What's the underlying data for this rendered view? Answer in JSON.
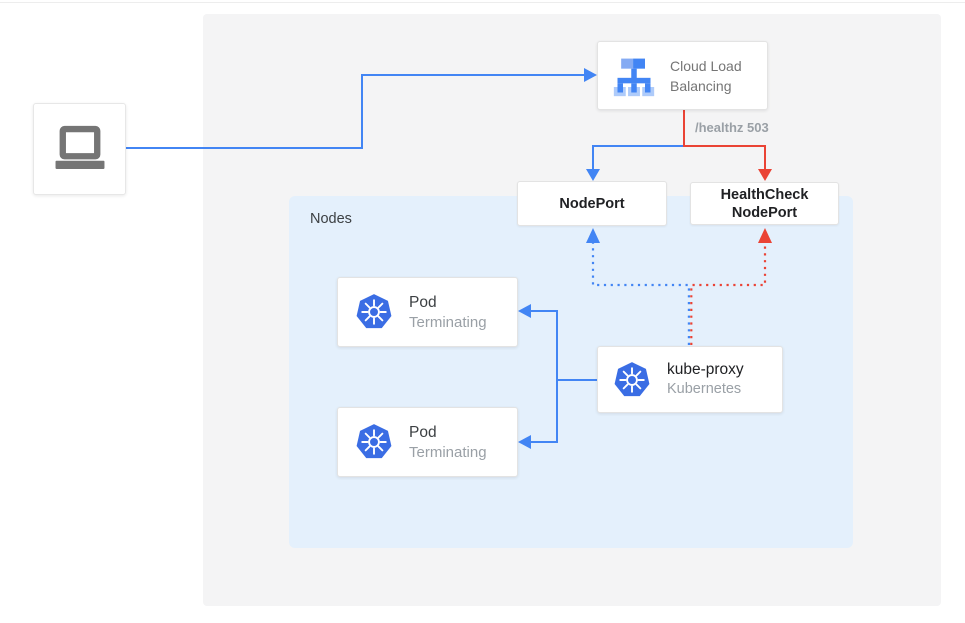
{
  "colors": {
    "traffic_blue": "#4285f4",
    "healthcheck_red": "#ea4335",
    "panel_gray": "#f4f4f5",
    "nodes_bg_blue": "#e4f0fc",
    "kubernetes_blue": "#3a6de4",
    "icon_gray": "#757575"
  },
  "load_balancer": {
    "line1": "Cloud Load",
    "line2": "Balancing"
  },
  "edge_labels": {
    "healthz": "/healthz 503"
  },
  "nodeport": {
    "label": "NodePort"
  },
  "healthcheck_nodeport": {
    "line1": "HealthCheck",
    "line2": "NodePort"
  },
  "nodes_group": {
    "label": "Nodes"
  },
  "pods": [
    {
      "title": "Pod",
      "status": "Terminating"
    },
    {
      "title": "Pod",
      "status": "Terminating"
    }
  ],
  "kube_proxy": {
    "title": "kube-proxy",
    "subtitle": "Kubernetes"
  }
}
